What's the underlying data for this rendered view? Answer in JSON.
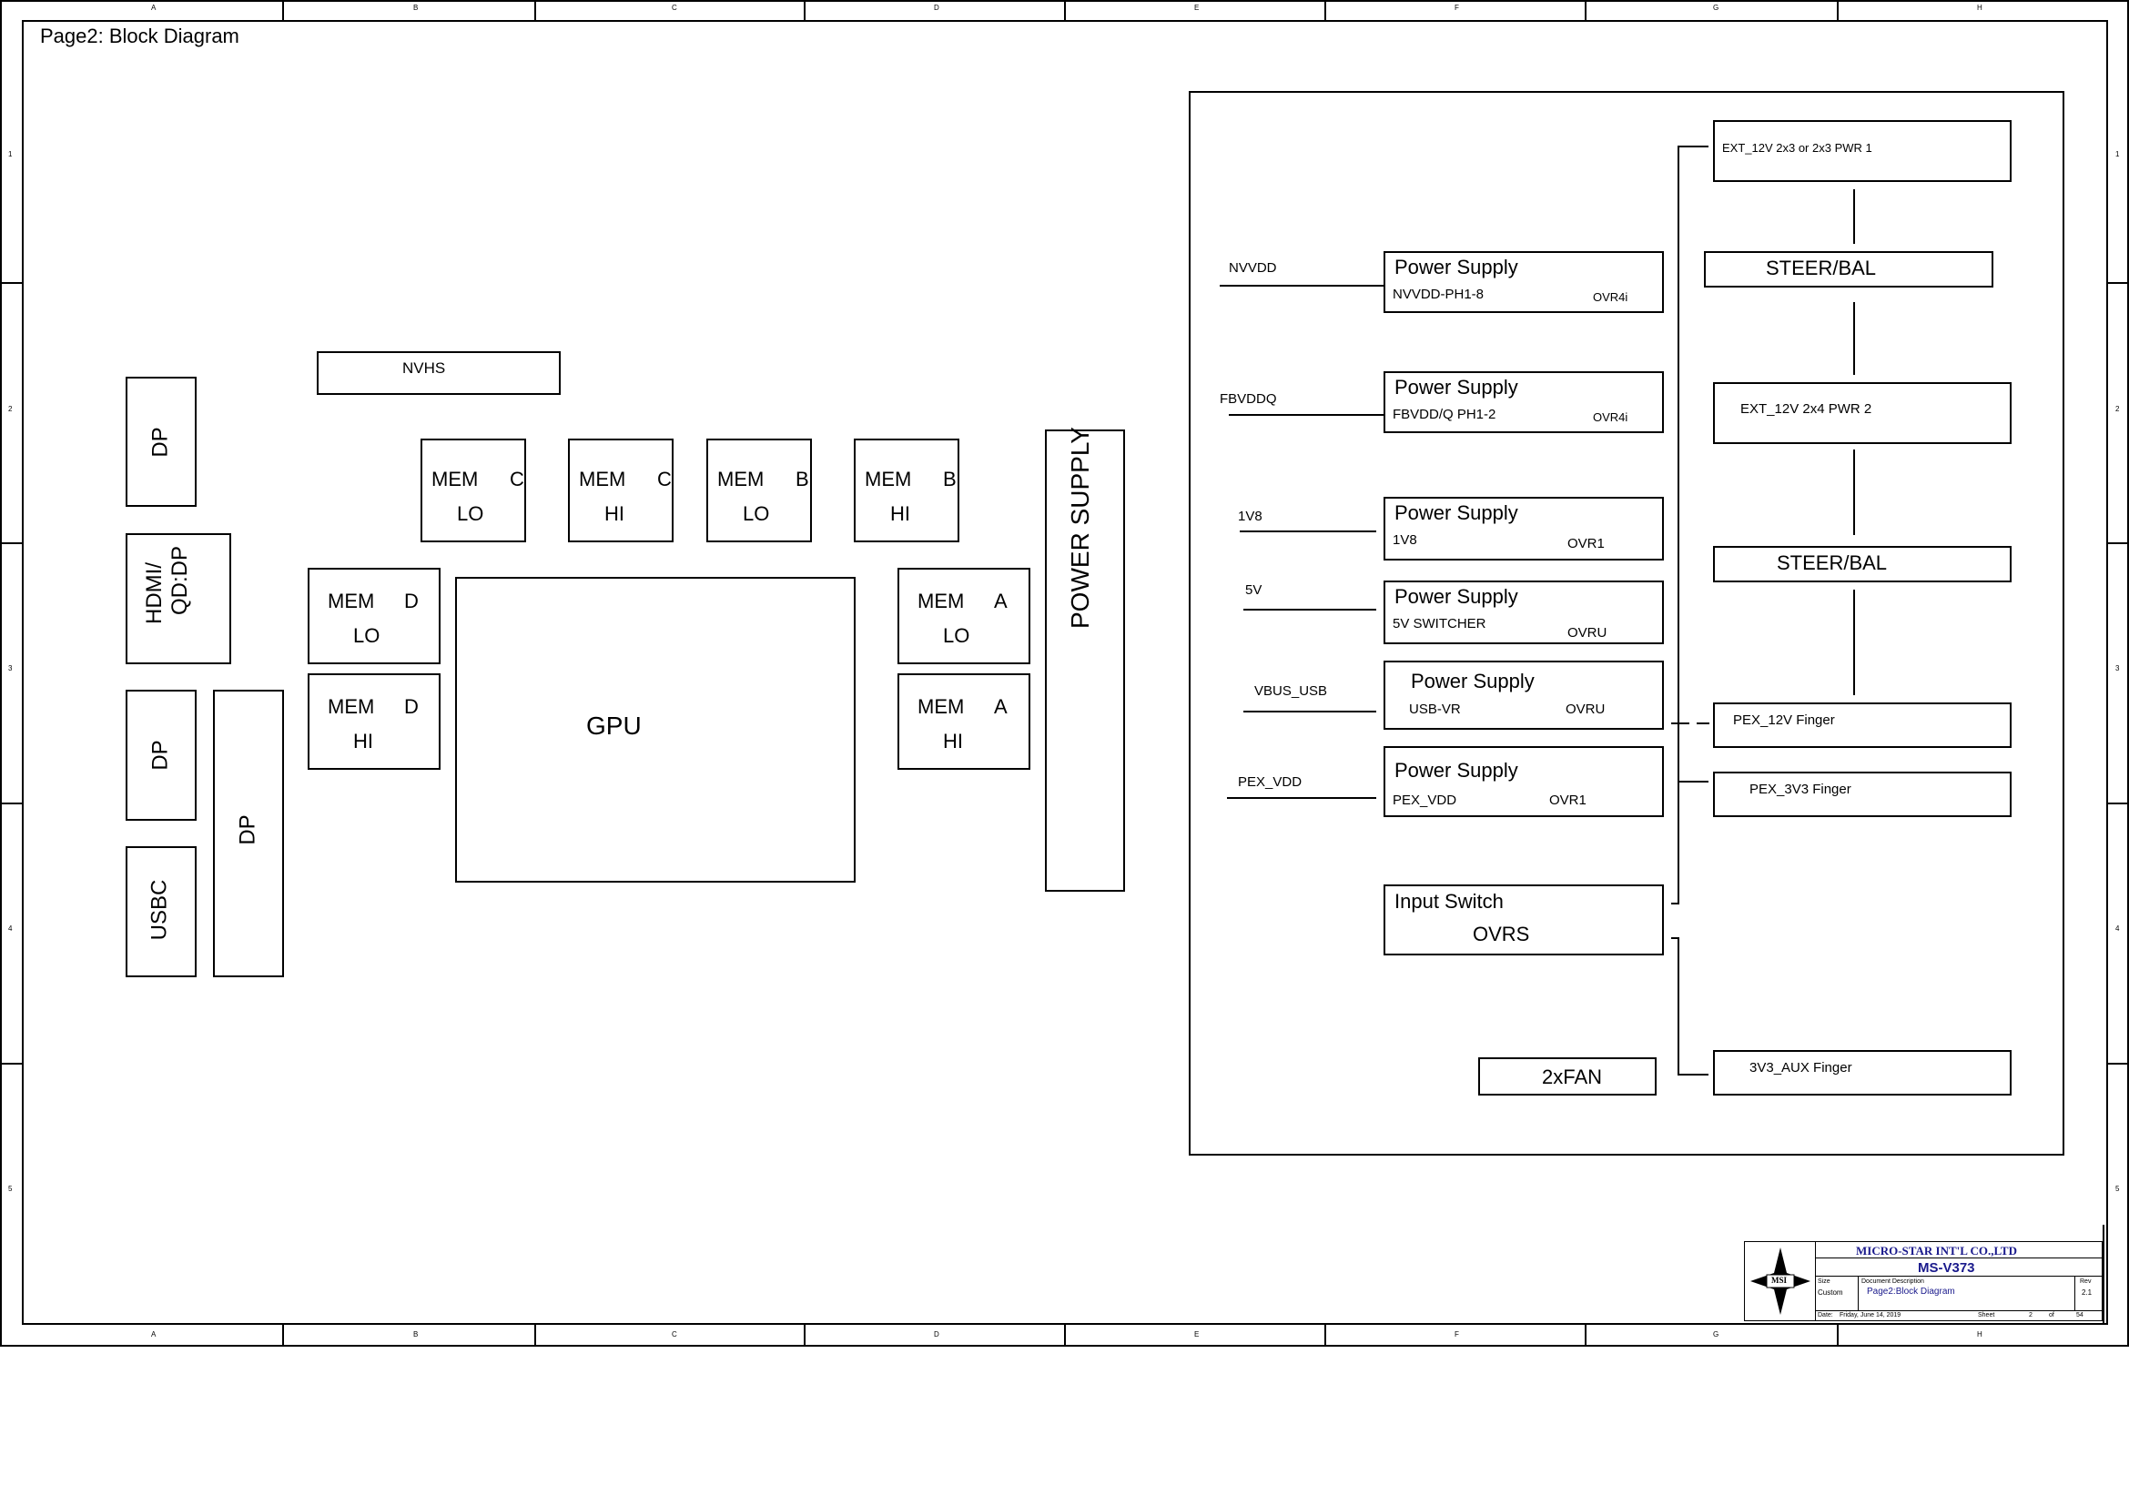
{
  "page": {
    "title": "Page2: Block Diagram"
  },
  "border": {
    "top_zones": [
      "A",
      "B",
      "C",
      "D",
      "E",
      "F",
      "G",
      "H"
    ],
    "bottom_zones": [
      "A",
      "B",
      "C",
      "D",
      "E",
      "F",
      "G",
      "H"
    ],
    "left_zones": [
      "1",
      "2",
      "3",
      "4",
      "5"
    ],
    "right_zones": [
      "1",
      "2",
      "3",
      "4",
      "5"
    ]
  },
  "left_section": {
    "nvhs": "NVHS",
    "connectors": {
      "dp1": "DP",
      "hdmi_line1": "HDMI/",
      "hdmi_line2": "QD:DP",
      "dp2": "DP",
      "usbc": "USBC",
      "dp3": "DP"
    },
    "memory": {
      "c_lo": {
        "label": "MEM",
        "channel": "C",
        "bank": "LO"
      },
      "c_hi": {
        "label": "MEM",
        "channel": "C",
        "bank": "HI"
      },
      "b_lo": {
        "label": "MEM",
        "channel": "B",
        "bank": "LO"
      },
      "b_hi": {
        "label": "MEM",
        "channel": "B",
        "bank": "HI"
      },
      "d_lo": {
        "label": "MEM",
        "channel": "D",
        "bank": "LO"
      },
      "d_hi": {
        "label": "MEM",
        "channel": "D",
        "bank": "HI"
      },
      "a_lo": {
        "label": "MEM",
        "channel": "A",
        "bank": "LO"
      },
      "a_hi": {
        "label": "MEM",
        "channel": "A",
        "bank": "HI"
      }
    },
    "gpu": "GPU",
    "power_supply": "POWER SUPPLY"
  },
  "power_section": {
    "rails": {
      "nvvdd": "NVVDD",
      "fbvddq": "FBVDDQ",
      "v1v8": "1V8",
      "v5": "5V",
      "vbus_usb": "VBUS_USB",
      "pex_vdd": "PEX_VDD"
    },
    "supplies": [
      {
        "title": "Power Supply",
        "sub": "NVVDD-PH1-8",
        "ctrl": "OVR4i"
      },
      {
        "title": "Power Supply",
        "sub": "FBVDD/Q PH1-2",
        "ctrl": "OVR4i"
      },
      {
        "title": "Power Supply",
        "sub": "1V8",
        "ctrl": "OVR1"
      },
      {
        "title": "Power Supply",
        "sub": "5V SWITCHER",
        "ctrl": "OVRU"
      },
      {
        "title": "Power Supply",
        "sub": "USB-VR",
        "ctrl": "OVRU"
      },
      {
        "title": "Power Supply",
        "sub": "PEX_VDD",
        "ctrl": "OVR1"
      }
    ],
    "input_switch": {
      "title": "Input Switch",
      "sub": "OVRS"
    },
    "fan": "2xFAN",
    "inputs": {
      "ext1": "EXT_12V 2x3 or 2x3 PWR 1",
      "steer1": "STEER/BAL",
      "ext2": "EXT_12V 2x4 PWR 2",
      "steer2": "STEER/BAL",
      "pex12": "PEX_12V Finger",
      "pex3v3": "PEX_3V3 Finger",
      "aux": "3V3_AUX Finger"
    }
  },
  "title_block": {
    "company": "MICRO-STAR INT'L CO.,LTD",
    "model": "MS-V373",
    "logo_text": "MSI",
    "size_label": "Size",
    "size_value": "Custom",
    "doc_label": "Document Description",
    "doc_value": "Page2:Block Diagram",
    "rev_label": "Rev",
    "rev_value": "2.1",
    "date_label": "Date:",
    "date_value": "Friday, June 14, 2019",
    "sheet_label": "Sheet",
    "sheet_value": "2",
    "of_label": "of",
    "of_value": "54"
  },
  "colors": {
    "ink": "#000000",
    "title_blue": "#1a1a8c",
    "background": "#ffffff"
  }
}
